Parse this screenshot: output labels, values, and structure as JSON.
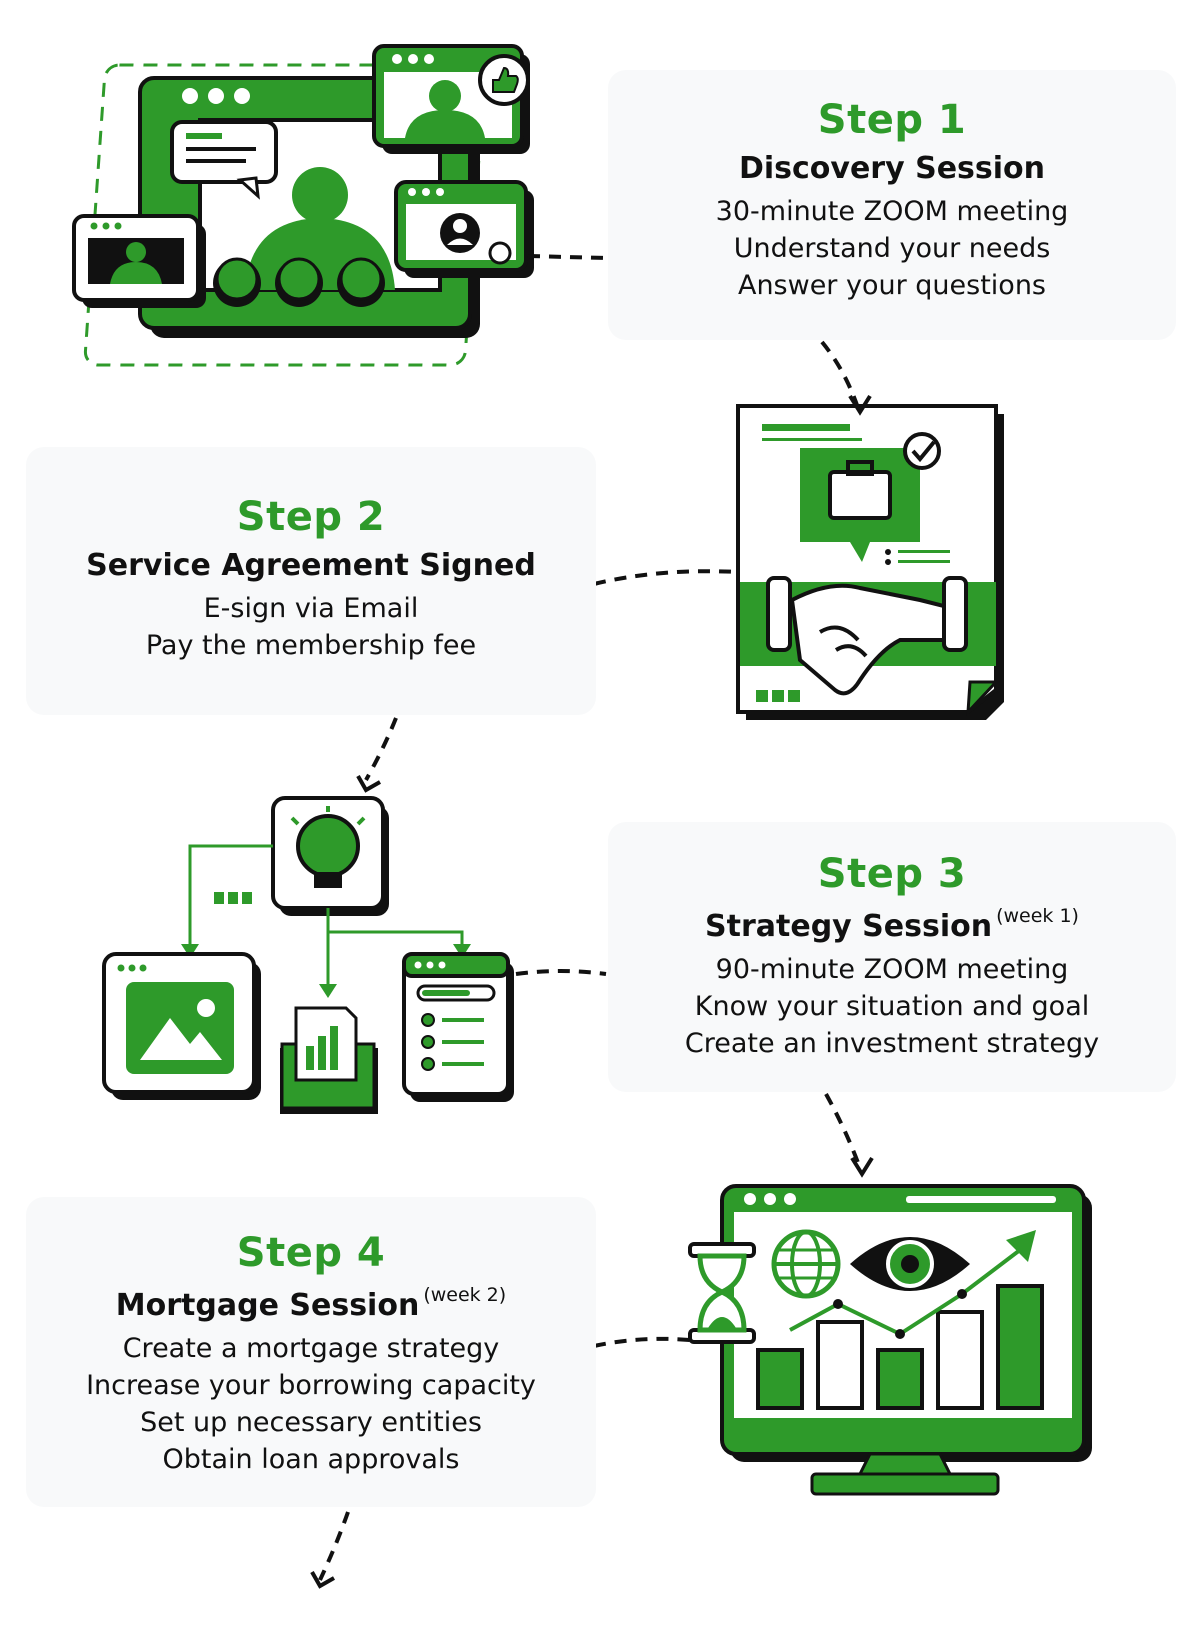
{
  "steps": [
    {
      "title": "Step 1",
      "name": "Discovery Session",
      "note": "",
      "lines": [
        "30-minute ZOOM meeting",
        "Understand your needs",
        "Answer your questions"
      ]
    },
    {
      "title": "Step 2",
      "name": "Service Agreement Signed",
      "note": "",
      "lines": [
        "E-sign via Email",
        "Pay the membership fee"
      ]
    },
    {
      "title": "Step 3",
      "name": "Strategy Session",
      "note": "(week 1)",
      "lines": [
        "90-minute ZOOM meeting",
        "Know your situation and goal",
        "Create an investment strategy"
      ]
    },
    {
      "title": "Step 4",
      "name": "Mortgage Session",
      "note": "(week 2)",
      "lines": [
        "Create a mortgage strategy",
        "Increase your borrowing capacity",
        "Set up necessary entities",
        "Obtain loan approvals"
      ]
    }
  ],
  "colors": {
    "accent": "#2e9a2a",
    "ink": "#111111",
    "card": "#f8f9fa"
  },
  "illustrations": [
    "video-call-icon",
    "handshake-agreement-icon",
    "strategy-flow-icon",
    "analytics-monitor-icon"
  ]
}
